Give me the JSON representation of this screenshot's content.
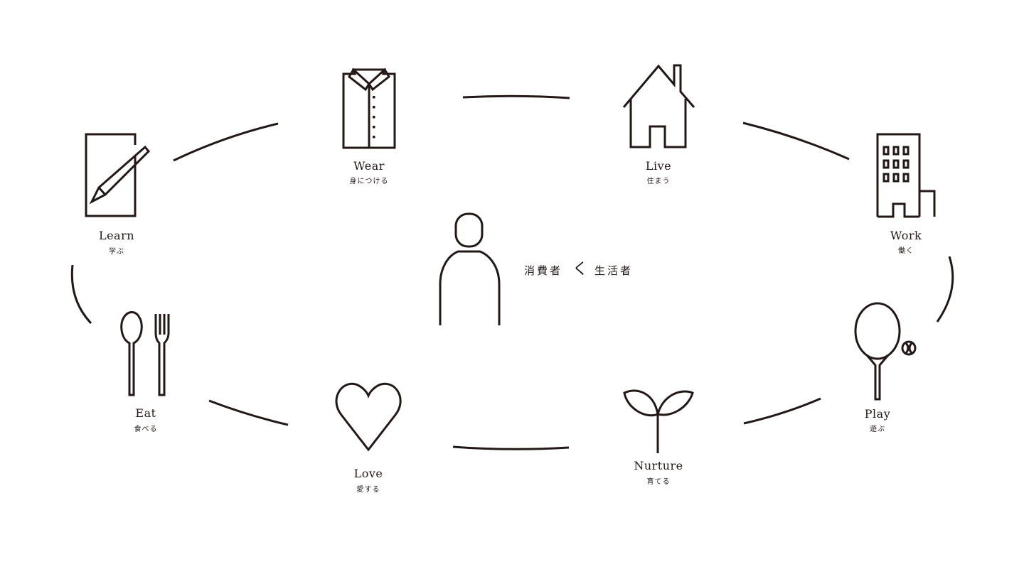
{
  "colors": {
    "ink": "#231815",
    "background": "#ffffff"
  },
  "center": {
    "left_term": "消費者",
    "comparison_symbol": "く",
    "right_term": "生活者",
    "icon": "person-icon"
  },
  "nodes": [
    {
      "key": "learn",
      "label_en": "Learn",
      "label_ja": "学ぶ",
      "icon": "notebook-pencil-icon"
    },
    {
      "key": "wear",
      "label_en": "Wear",
      "label_ja": "身につける",
      "icon": "shirt-icon"
    },
    {
      "key": "live",
      "label_en": "Live",
      "label_ja": "住まう",
      "icon": "house-icon"
    },
    {
      "key": "work",
      "label_en": "Work",
      "label_ja": "働く",
      "icon": "office-building-icon"
    },
    {
      "key": "play",
      "label_en": "Play",
      "label_ja": "遊ぶ",
      "icon": "tennis-racket-icon"
    },
    {
      "key": "nurture",
      "label_en": "Nurture",
      "label_ja": "育てる",
      "icon": "sprout-icon"
    },
    {
      "key": "love",
      "label_en": "Love",
      "label_ja": "愛する",
      "icon": "heart-icon"
    },
    {
      "key": "eat",
      "label_en": "Eat",
      "label_ja": "食べる",
      "icon": "spoon-fork-icon"
    }
  ]
}
